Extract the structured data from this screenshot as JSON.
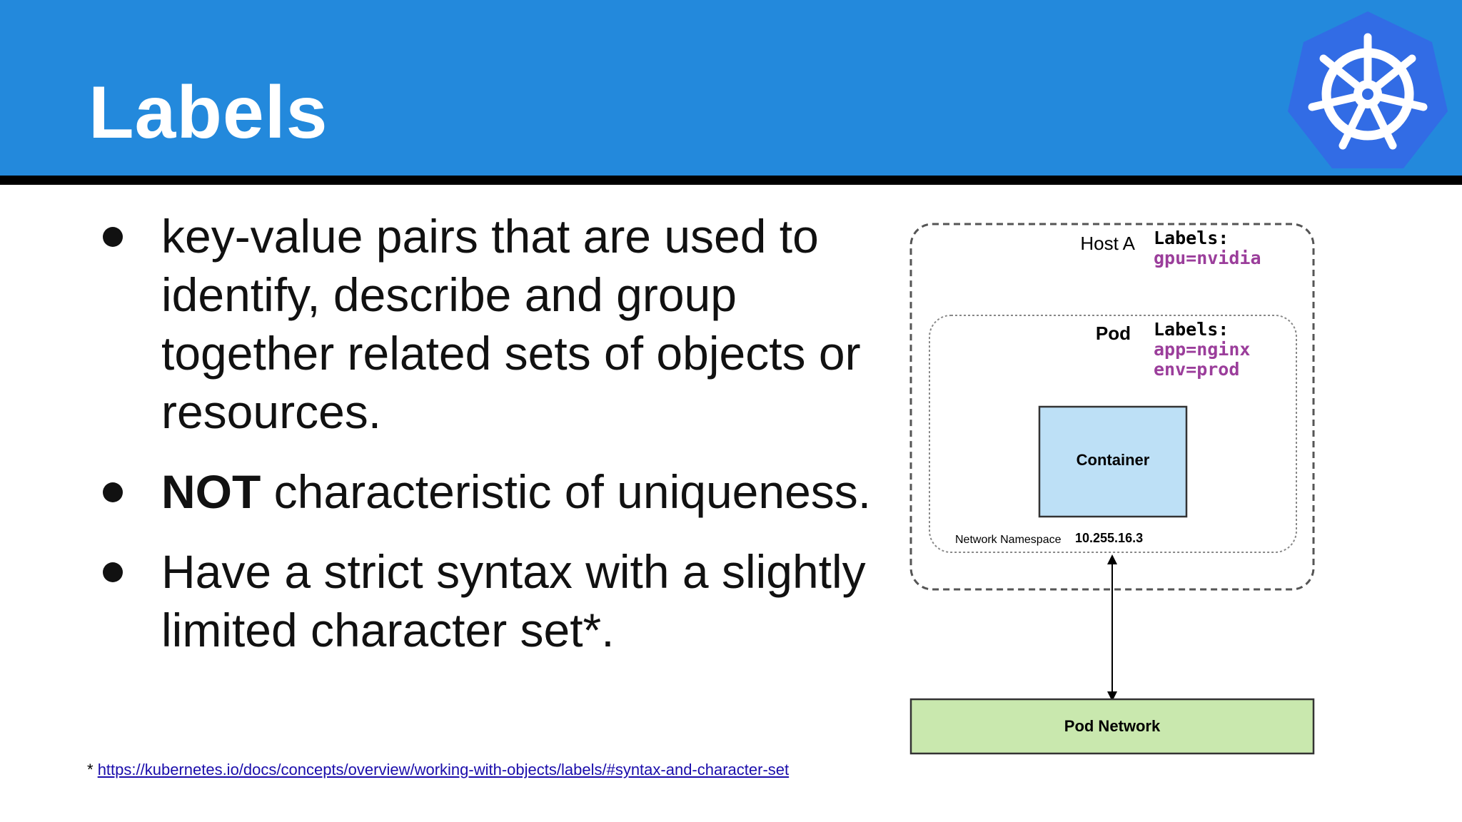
{
  "slide": {
    "title": "Labels",
    "logo_icon": "kubernetes-helm-icon",
    "colors": {
      "header": "#2389dc",
      "label_value": "#9b3e9b",
      "container_fill": "#bde0f6",
      "network_fill": "#c9e8ae",
      "link": "#1a0dab"
    }
  },
  "bullets": [
    {
      "bold": "",
      "text": "key-value pairs that are used to identify, describe and group together related sets of objects or resources."
    },
    {
      "bold": "NOT",
      "text": " characteristic of uniqueness."
    },
    {
      "bold": "",
      "text": "Have a strict syntax with a slightly limited character set*."
    }
  ],
  "footnote": {
    "marker": "* ",
    "link": "https://kubernetes.io/docs/concepts/overview/working-with-objects/labels/#syntax-and-character-set"
  },
  "diagram": {
    "host": {
      "name": "Host A",
      "labels_title": "Labels:",
      "labels": [
        "gpu=nvidia"
      ]
    },
    "pod": {
      "name": "Pod",
      "labels_title": "Labels:",
      "labels": [
        "app=nginx",
        "env=prod"
      ]
    },
    "container": "Container",
    "namespace": {
      "label": "Network Namespace",
      "ip": "10.255.16.3"
    },
    "network": "Pod Network"
  }
}
